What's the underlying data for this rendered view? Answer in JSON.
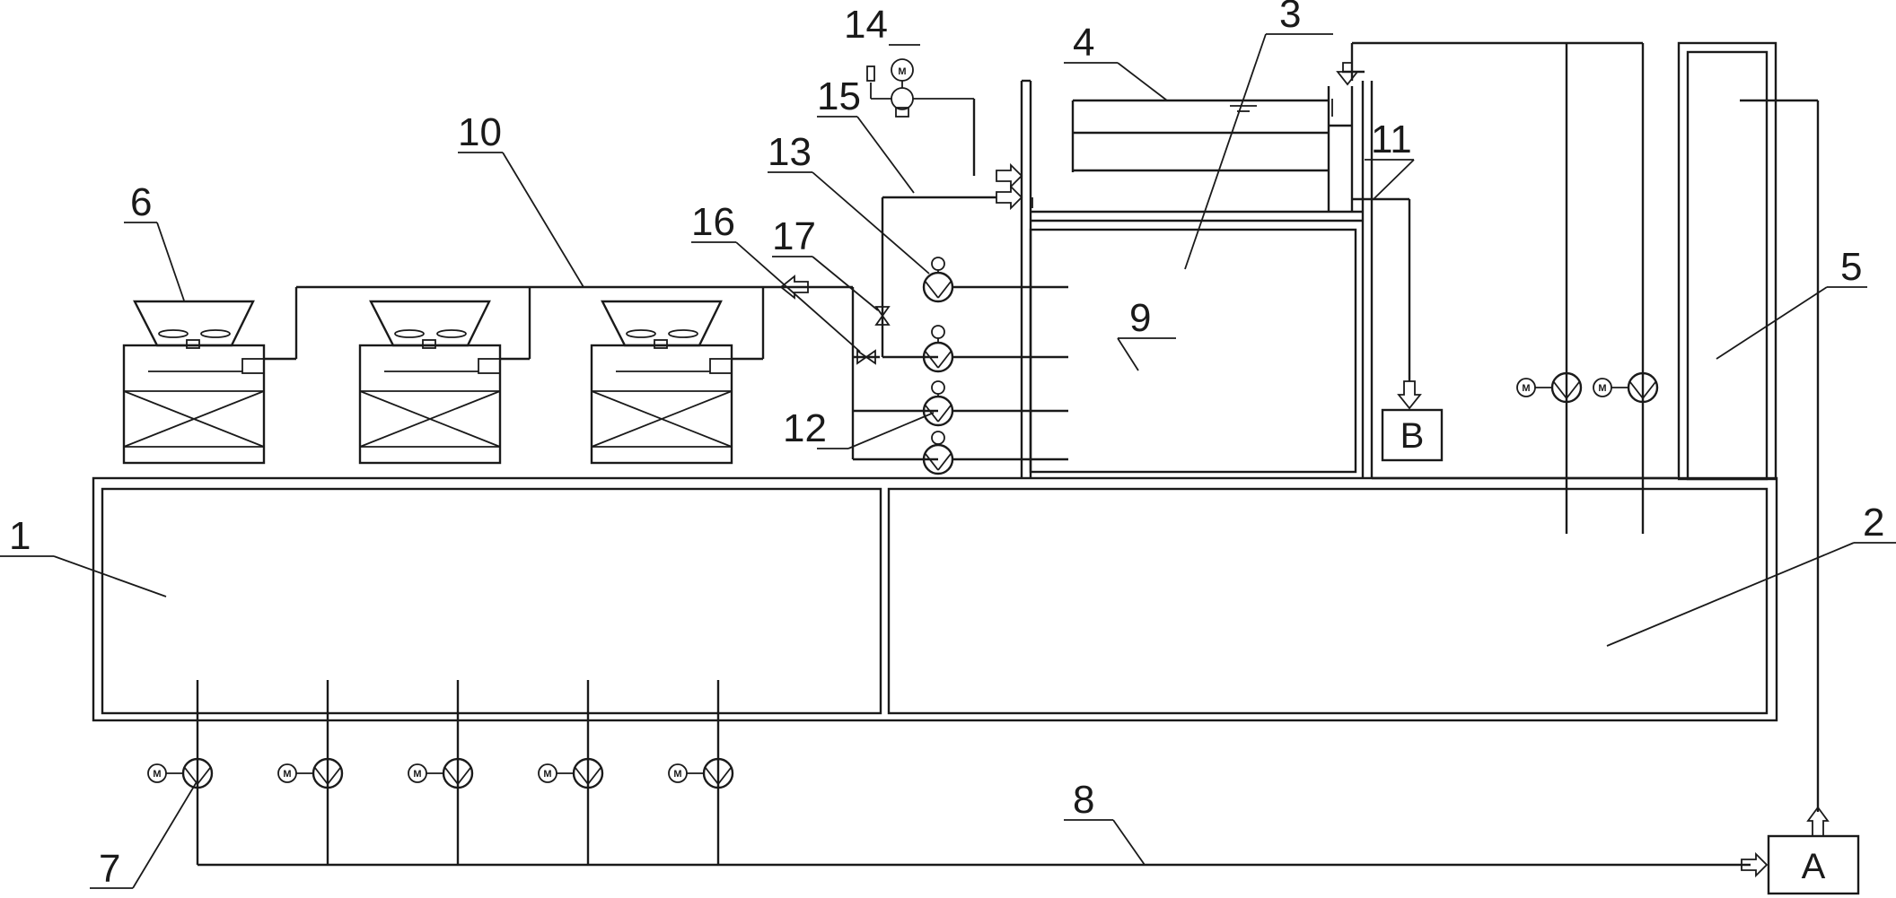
{
  "labels": {
    "l1": "1",
    "l2": "2",
    "l3": "3",
    "l4": "4",
    "l5": "5",
    "l6": "6",
    "l7": "7",
    "l8": "8",
    "l9": "9",
    "l10": "10",
    "l11": "11",
    "l12": "12",
    "l13": "13",
    "l14": "14",
    "l15": "15",
    "l16": "16",
    "l17": "17"
  },
  "boxes": {
    "a": "A",
    "b": "B"
  },
  "motor_symbol": "M",
  "colors": {
    "line": "#1a1a1a",
    "background": "#ffffff"
  }
}
